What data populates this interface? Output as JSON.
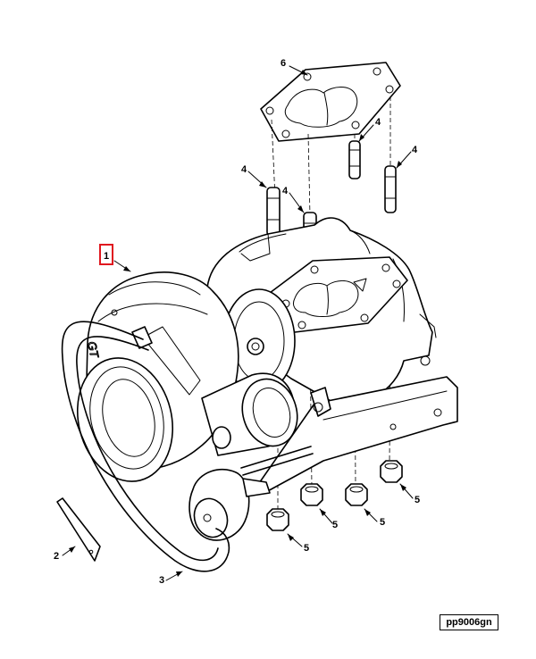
{
  "diagram": {
    "reference_code": "pp9006gn",
    "highlight_color": "#e0181f",
    "callouts": [
      {
        "id": "c6",
        "number": "6",
        "part": "exhaust-gasket"
      },
      {
        "id": "c4a",
        "number": "4",
        "part": "stud"
      },
      {
        "id": "c4b",
        "number": "4",
        "part": "stud"
      },
      {
        "id": "c4c",
        "number": "4",
        "part": "stud"
      },
      {
        "id": "c4d",
        "number": "4",
        "part": "stud"
      },
      {
        "id": "c1",
        "number": "1",
        "part": "turbocharger",
        "highlighted": true
      },
      {
        "id": "c2",
        "number": "2",
        "part": "tag"
      },
      {
        "id": "c3",
        "number": "3",
        "part": "hose"
      },
      {
        "id": "c5a",
        "number": "5",
        "part": "nut"
      },
      {
        "id": "c5b",
        "number": "5",
        "part": "nut"
      },
      {
        "id": "c5c",
        "number": "5",
        "part": "nut"
      },
      {
        "id": "c5d",
        "number": "5",
        "part": "nut"
      }
    ]
  }
}
